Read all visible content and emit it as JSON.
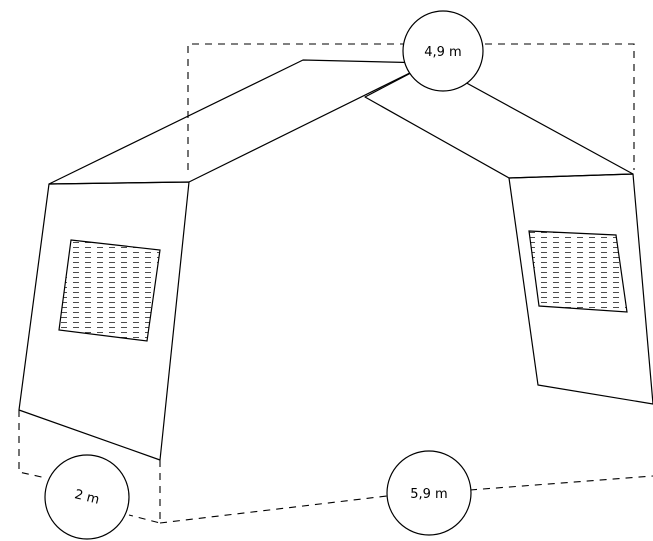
{
  "dimensions": {
    "width_label": "4,9 m",
    "length_label": "5,9 m",
    "height_label": "2 m"
  }
}
